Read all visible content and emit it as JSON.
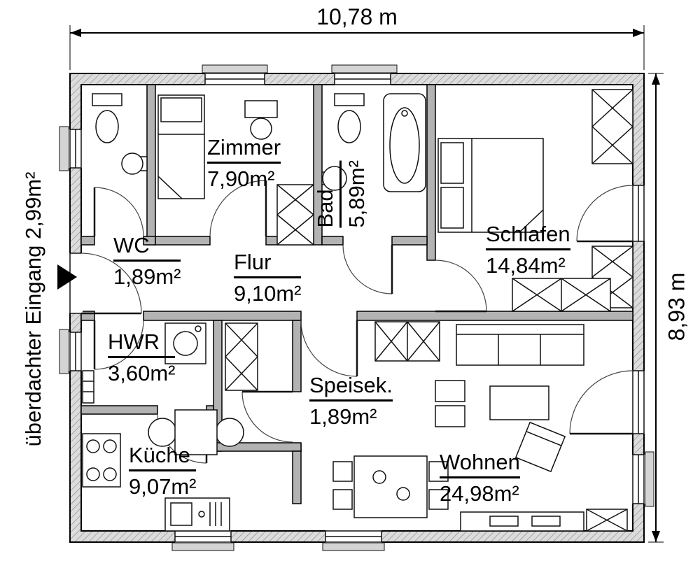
{
  "colors": {
    "wall_fill": "#b3b3b3",
    "hatch_bg": "#dcdcdc",
    "outline": "#000000"
  },
  "dimensions": {
    "width_label": "10,78 m",
    "height_label": "8,93 m"
  },
  "entrance_label": "überdachter Eingang 2,99m²",
  "rooms": [
    {
      "id": "wc",
      "name": "WC",
      "area": "1,89m²"
    },
    {
      "id": "zimmer",
      "name": "Zimmer",
      "area": "7,90m²"
    },
    {
      "id": "bad",
      "name": "Bad",
      "area": "5,89m²"
    },
    {
      "id": "schlafen",
      "name": "Schlafen",
      "area": "14,84m²"
    },
    {
      "id": "flur",
      "name": "Flur",
      "area": "9,10m²"
    },
    {
      "id": "hwr",
      "name": "HWR",
      "area": "3,60m²"
    },
    {
      "id": "speisekammer",
      "name": "Speisek.",
      "area": "1,89m²"
    },
    {
      "id": "kueche",
      "name": "Küche",
      "area": "9,07m²"
    },
    {
      "id": "wohnen",
      "name": "Wohnen",
      "area": "24,98m²"
    }
  ],
  "fixture_icons": [
    "toilet-icon",
    "washbasin-icon",
    "bathtub-icon",
    "single-bed-icon",
    "double-bed-icon",
    "wardrobe-icon",
    "washing-machine-icon",
    "stove-icon",
    "kitchen-sink-icon",
    "sofa-icon",
    "coffee-table-icon",
    "armchair-icon",
    "dining-table-icon",
    "dining-chair-icon",
    "tv-board-icon",
    "entrance-arrow-icon",
    "door-swing-icon",
    "window-icon"
  ]
}
